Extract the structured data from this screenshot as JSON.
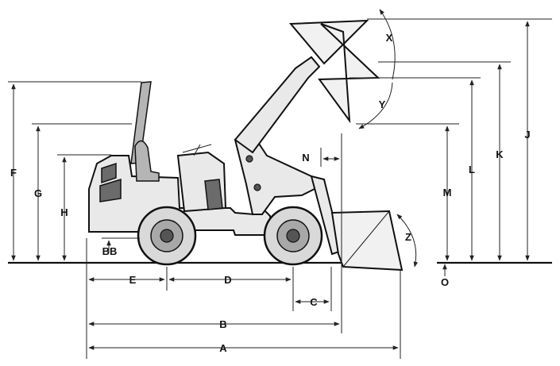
{
  "labels": {
    "A": "A",
    "B": "B",
    "C": "C",
    "D": "D",
    "E": "E",
    "F": "F",
    "G": "G",
    "H": "H",
    "J": "J",
    "K": "K",
    "L": "L",
    "M": "M",
    "N": "N",
    "O": "O",
    "X": "X",
    "Y": "Y",
    "Z": "Z",
    "BB": "BB"
  }
}
